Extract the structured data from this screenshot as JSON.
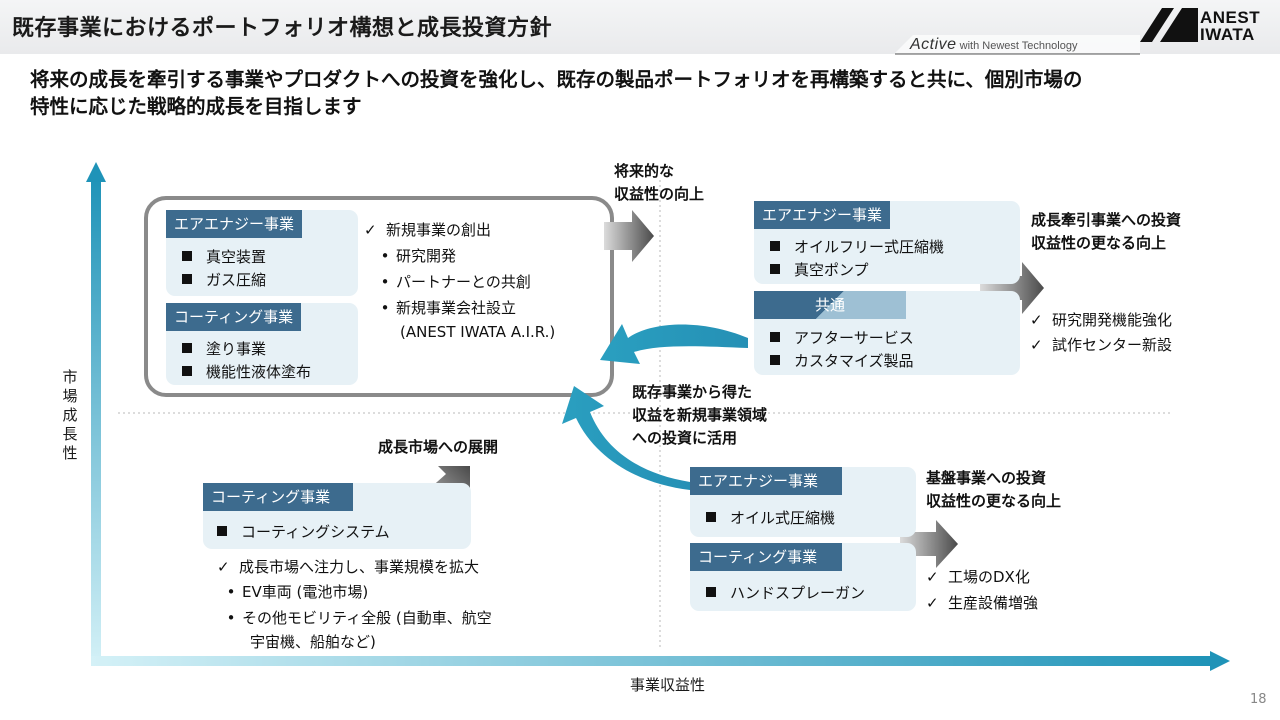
{
  "header": {
    "title": "既存事業におけるポートフォリオ構想と成長投資方針",
    "tagline_brand": "Active",
    "tagline_rest": " with Newest Technology",
    "logo_line1": "ANEST",
    "logo_line2": "IWATA"
  },
  "subtitle_line1": "将来の成長を牽引する事業やプロダクトへの投資を強化し、既存の製品ポートフォリオを再構築すると共に、個別市場の",
  "subtitle_line2": "特性に応じた戦略的成長を目指します",
  "axes": {
    "y_label": "市場成長性",
    "x_label": "事業収益性"
  },
  "top_left": {
    "air_energy": {
      "label": "エアエナジー事業",
      "items": [
        "真空装置",
        "ガス圧縮"
      ]
    },
    "coating": {
      "label": "コーティング事業",
      "items": [
        "塗り事業",
        "機能性液体塗布"
      ]
    },
    "check": "新規事業の創出",
    "bullets": [
      "研究開発",
      "パートナーとの共創",
      "新規事業会社設立",
      "(ANEST IWATA A.I.R.)"
    ],
    "arrow_label": [
      "将来的な",
      "収益性の向上"
    ]
  },
  "top_right": {
    "air_energy": {
      "label": "エアエナジー事業",
      "items": [
        "オイルフリー式圧縮機",
        "真空ポンプ"
      ]
    },
    "common": {
      "label": "共通",
      "items": [
        "アフターサービス",
        "カスタマイズ製品"
      ]
    },
    "heading": [
      "成長牽引事業への投資",
      "収益性の更なる向上"
    ],
    "checks": [
      "研究開発機能強化",
      "試作センター新設"
    ]
  },
  "middle_label": [
    "既存事業から得た",
    "収益を新規事業領域",
    "への投資に活用"
  ],
  "bottom_left": {
    "heading": "成長市場への展開",
    "coating": {
      "label": "コーティング事業",
      "items": [
        "コーティングシステム"
      ]
    },
    "check": "成長市場へ注力し、事業規模を拡大",
    "bullets": [
      "EV車両 (電池市場)",
      "その他モビリティ全般 (自動車、航空",
      "宇宙機、船舶など)"
    ]
  },
  "bottom_right": {
    "air_energy": {
      "label": "エアエナジー事業",
      "items": [
        "オイル式圧縮機"
      ]
    },
    "coating": {
      "label": "コーティング事業",
      "items": [
        "ハンドスプレーガン"
      ]
    },
    "heading": [
      "基盤事業への投資",
      "収益性の更なる向上"
    ],
    "checks": [
      "工場のDX化",
      "生産設備増強"
    ]
  },
  "page_number": "18",
  "colors": {
    "category_bg": "#3d6b8e",
    "box_bg": "#e7f1f6",
    "axis": "#2a9fc0"
  }
}
